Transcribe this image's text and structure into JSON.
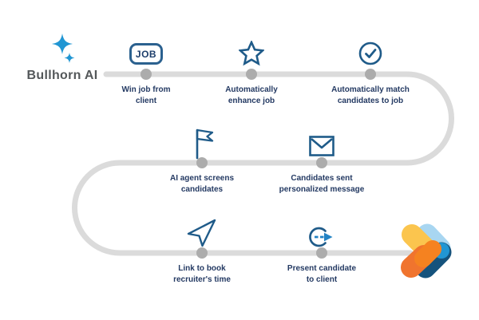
{
  "brand": {
    "name": "Bullhorn AI",
    "icon": "sparkle-icon",
    "text_color": "#54585A",
    "sparkle_color": "#2196D3"
  },
  "path": {
    "color": "#DBDBDB",
    "node_color": "#ACACAC"
  },
  "colors": {
    "icon_blue": "#1F5B89",
    "label_navy": "#243A63",
    "badge_border": "#2B618F",
    "arrow_accent": "#2383C4"
  },
  "steps": [
    {
      "id": "win-job",
      "icon": "job-badge-icon",
      "badge_text": "JOB",
      "lines": [
        "Win job from",
        "client"
      ]
    },
    {
      "id": "enhance-job",
      "icon": "star-icon",
      "lines": [
        "Automatically",
        "enhance job"
      ]
    },
    {
      "id": "match-candidates",
      "icon": "check-circle-icon",
      "lines": [
        "Automatically match",
        "candidates to job"
      ]
    },
    {
      "id": "screen-candidates",
      "icon": "flag-icon",
      "lines": [
        "AI agent screens",
        "candidates"
      ]
    },
    {
      "id": "send-message",
      "icon": "envelope-icon",
      "lines": [
        "Candidates sent",
        "personalized message"
      ]
    },
    {
      "id": "book-time",
      "icon": "send-arrow-icon",
      "lines": [
        "Link to book",
        "recruiter's time"
      ]
    },
    {
      "id": "present-candidate",
      "icon": "present-arrow-icon",
      "lines": [
        "Present candidate",
        "to client"
      ]
    }
  ],
  "logo": {
    "name": "bullhorn-chevron-logo",
    "yellow": "#FBC54E",
    "light_blue": "#A8D6F1",
    "bright_blue": "#2196D3",
    "orange": "#F0742E",
    "deep_orange": "#F58220",
    "navy": "#15537D"
  }
}
